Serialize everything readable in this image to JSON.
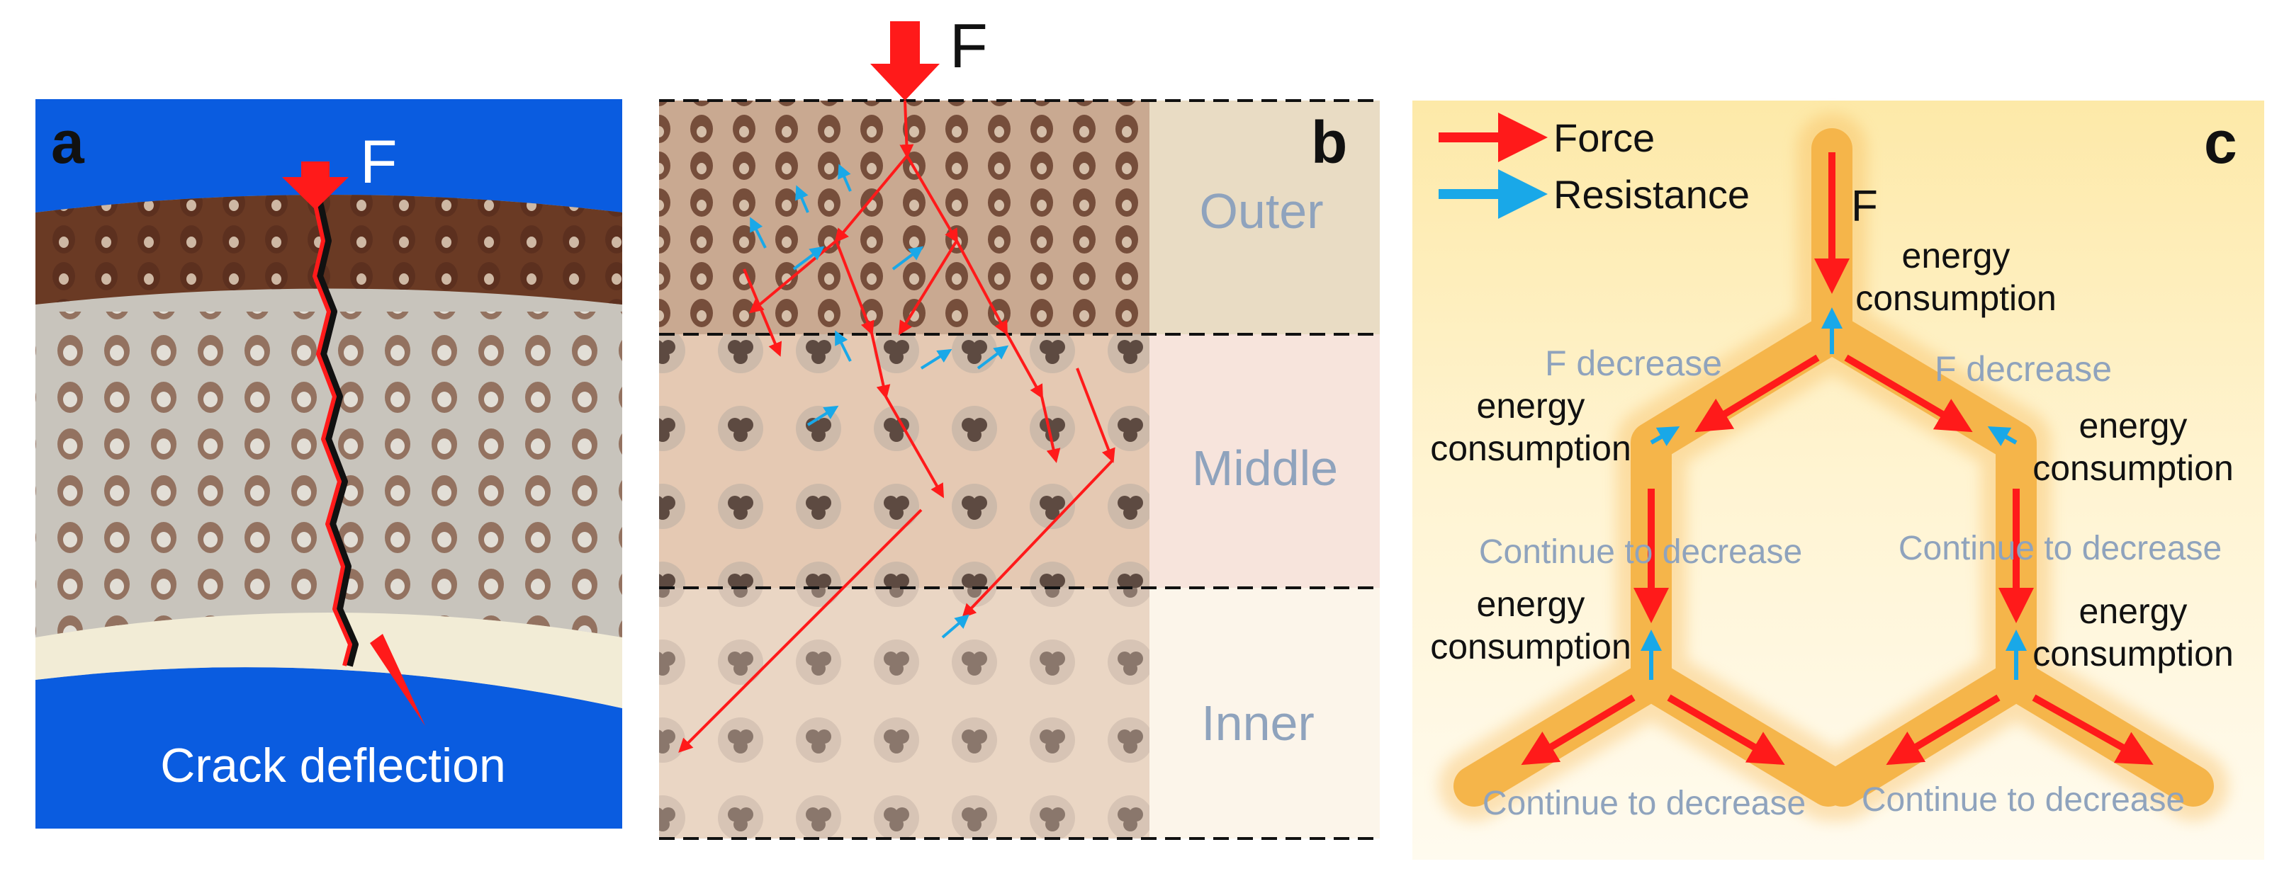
{
  "panel_a": {
    "label": "a",
    "force_label": "F",
    "caption": "Crack deflection",
    "colors": {
      "background": "#0a5ce0",
      "shell": "#c8c4bc",
      "crack": "#ff1a1a"
    }
  },
  "panel_b": {
    "label": "b",
    "force_label": "F",
    "zones": [
      "Outer",
      "Middle",
      "Inner"
    ],
    "colors": {
      "outer": "#e9dcc4",
      "middle": "#f7e4dc",
      "inner": "#fcf5ea",
      "zone_text": "#8fa3bd"
    }
  },
  "panel_c": {
    "label": "c",
    "legend": {
      "force": "Force",
      "resistance": "Resistance"
    },
    "force_label": "F",
    "energy": "energy consumption",
    "f_decrease": "F decrease",
    "continue": "Continue to decrease",
    "colors": {
      "force": "#ff1a1a",
      "resistance": "#19a8e8",
      "branch": "#f5b54a",
      "muted_text": "#8fa3bd"
    }
  }
}
